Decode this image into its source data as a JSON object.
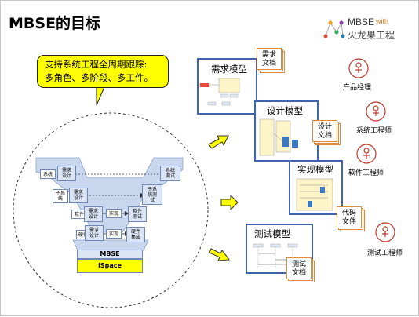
{
  "title": "MBSE的目标",
  "logo": {
    "mbse": "MBSE",
    "with": "with",
    "cn": "火龙果工程"
  },
  "callout": {
    "line1": "支持系统工程全周期跟踪:",
    "line2": "多角色、多阶段、多工件。"
  },
  "vmodel": {
    "left": [
      "系统",
      "需求\n设计",
      "子系\n统",
      "需求\n设计",
      "软件",
      "需求\n设计",
      "硬件",
      "需求\n设计"
    ],
    "center": [
      "实现",
      "实现"
    ],
    "right": [
      "系统\n测试",
      "子系\n统测\n试",
      "软件\n测试",
      "硬件\n集成"
    ],
    "base1": "MBSE",
    "base2": "iSpace"
  },
  "panels": {
    "req": "需求模型",
    "design": "设计模型",
    "impl": "实现模型",
    "test": "测试模型"
  },
  "docs": {
    "req": "需求\n文档",
    "design": "设计\n文档",
    "code": "代码\n文件",
    "test": "测试\n文档"
  },
  "roles": [
    "产品经理",
    "系统工程师",
    "软件工程师",
    "测试工程师"
  ],
  "colors": {
    "accent": "#3f63ad",
    "callout": "#ffff00",
    "arrow": "#ffff00",
    "role": "#c0392b"
  }
}
